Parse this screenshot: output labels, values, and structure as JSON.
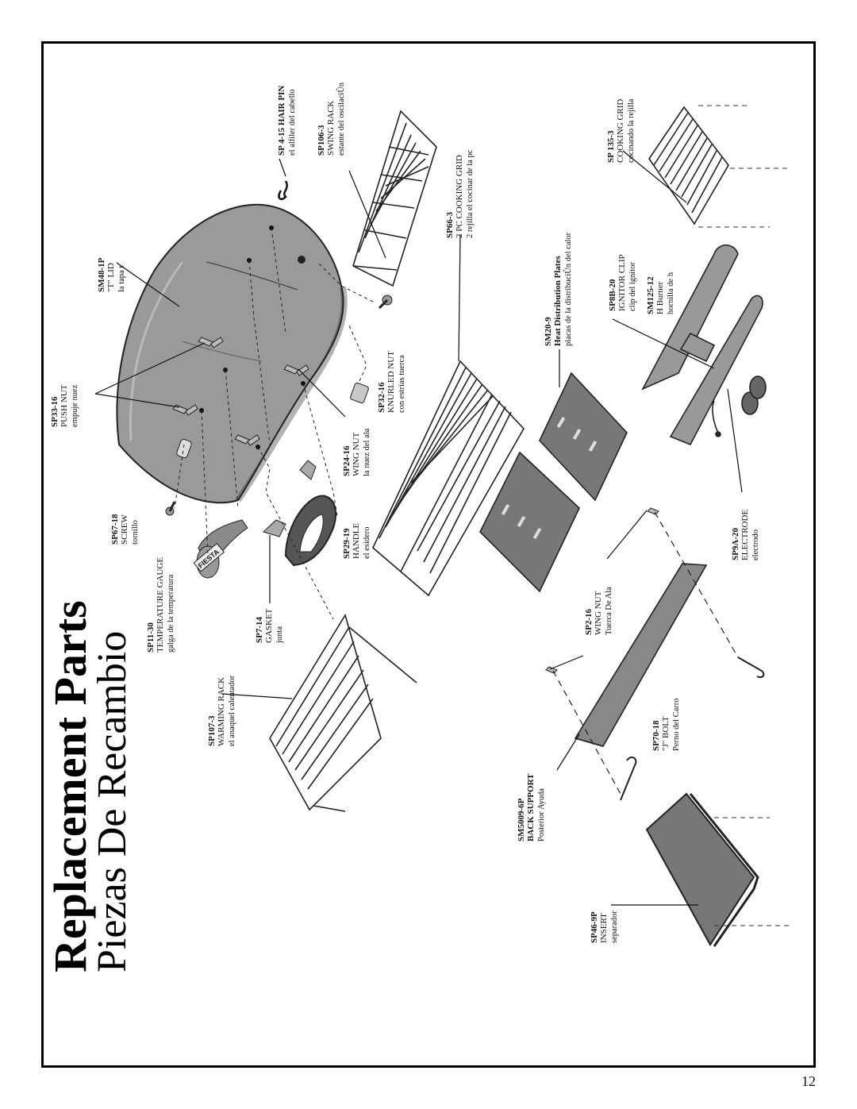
{
  "title": {
    "en": "Replacement Parts",
    "es": "Piezas De Recambio"
  },
  "page_number": "12",
  "fiesta_logo": "FIESTA",
  "parts": {
    "hair_pin": {
      "code": "SP 4-15 HAIR PIN",
      "name": "",
      "es": "el alfiler del cabello"
    },
    "swing_rack": {
      "code": "SP106-3",
      "name": "SWING RACK",
      "es": "estante del oscilaciÛn"
    },
    "cooking_grid": {
      "code": "SP 135-3",
      "name": "COOKING GRID",
      "es": "cocinando la rejilla"
    },
    "t_lid": {
      "code": "SM48-1P",
      "name": "\"T\" LID",
      "es": "la tapa t"
    },
    "push_nut": {
      "code": "SP33-16",
      "name": "PUSH NUT",
      "es": "empuje nuez"
    },
    "knurled_nut": {
      "code": "SP32-16",
      "name": "KNURLED NUT",
      "es": "con estrías tuerca"
    },
    "grid_2pc": {
      "code": "SP66-3",
      "name": "2 PC COOKING GRID",
      "es": "2 rejilla el cocinar de la pc"
    },
    "heat_plates": {
      "code": "SM20-9",
      "name": "Heat Distribution Plates",
      "es": "placas de la distribuciÛn del calor"
    },
    "ignitor_clip": {
      "code": "SP8B-20",
      "name": "IGNITOR CLIP",
      "es": "clip del ignitor"
    },
    "h_burner": {
      "code": "SM125-12",
      "name": "H Burner",
      "es": "hornilla de h"
    },
    "screw": {
      "code": "SP67-18",
      "name": "SCREW",
      "es": "tornillo"
    },
    "wing_nut_24": {
      "code": "SP24-16",
      "name": "WING NUT",
      "es": "la nuez del ala"
    },
    "handle": {
      "code": "SP29-19",
      "name": "HANDLE",
      "es": "el esidero"
    },
    "temp_gauge": {
      "code": "SP11-30",
      "name": "TEMPERATURE GAUGE",
      "es": "galga de la temperatura"
    },
    "gasket": {
      "code": "SP7-14",
      "name": "GASKET",
      "es": "junta"
    },
    "electrode": {
      "code": "SP9A-20",
      "name": "ELECTRODE",
      "es": "electrodo"
    },
    "warming_rack": {
      "code": "SP107-3",
      "name": "WARMING RACK",
      "es": "el anaquel calentador"
    },
    "wing_nut_2": {
      "code": "SP2-16",
      "name": "WING NUT",
      "es": "Tuerca De Ala"
    },
    "j_bolt": {
      "code": "SP70-18",
      "name": "\"J\" BOLT",
      "es": "Perno del Carro"
    },
    "back_support": {
      "code": "SM5009-6P",
      "name": "BACK SUPPORT",
      "es": "Posterior Ayuda"
    },
    "insert": {
      "code": "SP46-9P",
      "name": "INSERT",
      "es": "separador"
    }
  }
}
